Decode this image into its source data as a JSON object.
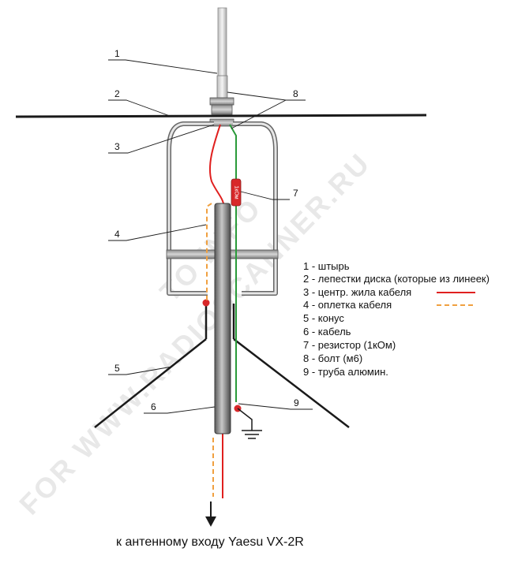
{
  "watermark": {
    "line1": "FOR WWW.RADIOSCANNER.RU",
    "line2": "TO INFO"
  },
  "callouts": [
    "1",
    "2",
    "3",
    "4",
    "5",
    "6",
    "7",
    "8",
    "9"
  ],
  "resistor_label": "1кОм",
  "legend": [
    {
      "text": "1 - штырь"
    },
    {
      "text": "2 - лепестки диска (которые из линеек)"
    },
    {
      "text": "3 - центр. жила кабеля",
      "swatch": "solid",
      "color": "#e0201f"
    },
    {
      "text": "4 - оплетка кабеля",
      "swatch": "dashed",
      "color": "#f0a040"
    },
    {
      "text": "5 - конус"
    },
    {
      "text": "6 - кабель"
    },
    {
      "text": "7 - резистор (1кОм)"
    },
    {
      "text": "8 - болт (м6)"
    },
    {
      "text": "9 - труба алюмин."
    }
  ],
  "caption": "к антенному входу Yaesu VX-2R",
  "colors": {
    "center_conductor": "#e0201f",
    "braid": "#f0a040",
    "resistor_lead": "#2a9a3a",
    "resistor_body": "#d8282a",
    "tube": "#7d7d7d",
    "line": "#1a1a1a"
  }
}
